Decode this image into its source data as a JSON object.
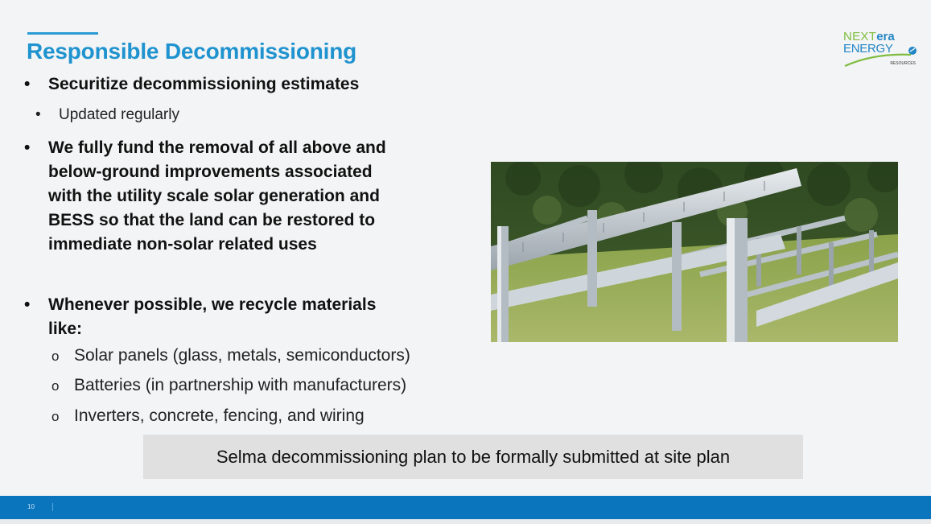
{
  "slide": {
    "title": "Responsible Decommissioning",
    "logo": {
      "next": "NEXT",
      "era": "era",
      "energy": "ENERGY",
      "resources": "RESOURCES",
      "colors": {
        "green": "#7fbd3f",
        "blue": "#2486c5"
      }
    },
    "bullets": [
      {
        "text": "Securitize decommissioning estimates"
      },
      {
        "text": "Updated regularly"
      },
      {
        "lines": [
          "We fully fund the removal of all above and",
          "below-ground improvements associated",
          "with the utility scale solar generation and",
          "BESS so that the land can be restored to",
          "immediate non-solar related uses"
        ]
      },
      {
        "lines": [
          "Whenever possible, we recycle materials",
          "like:"
        ]
      }
    ],
    "bullet_glyph": "•",
    "sub_glyph": "o",
    "recycle_items": [
      "Solar panels (glass, metals, semiconductors)",
      "Batteries (in partnership with manufacturers)",
      "Inverters, concrete, fencing, and wiring"
    ],
    "callout": "Selma decommissioning plan to be formally submitted at site plan",
    "footer": {
      "page_number": "10",
      "color": "#0a75bd"
    },
    "accent_color": "#1f93cf"
  }
}
